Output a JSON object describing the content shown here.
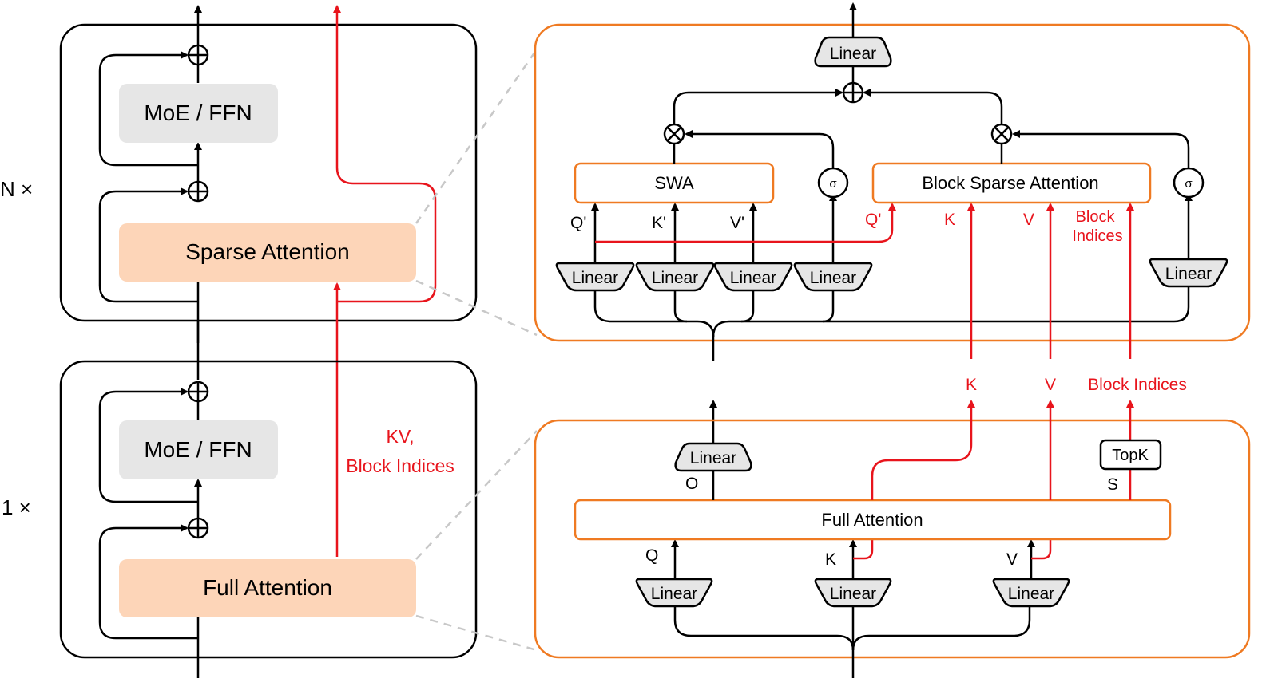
{
  "left": {
    "sparse_block": {
      "repeat_label": "N ×",
      "ffn_label": "MoE / FFN",
      "attention_label": "Sparse Attention"
    },
    "full_block": {
      "repeat_label": "1 ×",
      "ffn_label": "MoE / FFN",
      "attention_label": "Full Attention"
    },
    "kv_label_line1": "KV,",
    "kv_label_line2": "Block Indices"
  },
  "sparse_detail": {
    "output_linear": "Linear",
    "swa_label": "SWA",
    "bsa_label": "Block Sparse Attention",
    "sigma_label": "σ",
    "inputs_swa": [
      "Q'",
      "K'",
      "V'"
    ],
    "input_bsa_q": "Q'",
    "input_bsa_k": "K",
    "input_bsa_v": "V",
    "input_bsa_idx_line1": "Block",
    "input_bsa_idx_line2": "Indices",
    "linears": [
      "Linear",
      "Linear",
      "Linear",
      "Linear",
      "Linear"
    ]
  },
  "between": {
    "k": "K",
    "v": "V",
    "idx": "Block Indices"
  },
  "full_detail": {
    "output_linear": "Linear",
    "output_label": "O",
    "attention_label": "Full Attention",
    "topk_label": "TopK",
    "score_label": "S",
    "inputs": [
      "Q",
      "K",
      "V"
    ],
    "linears": [
      "Linear",
      "Linear",
      "Linear"
    ]
  },
  "colors": {
    "sparse_path": "#e8141c",
    "detail_border": "#ef7a22",
    "attention_fill": "#fdd5b8",
    "ffn_fill": "#e6e6e6"
  }
}
